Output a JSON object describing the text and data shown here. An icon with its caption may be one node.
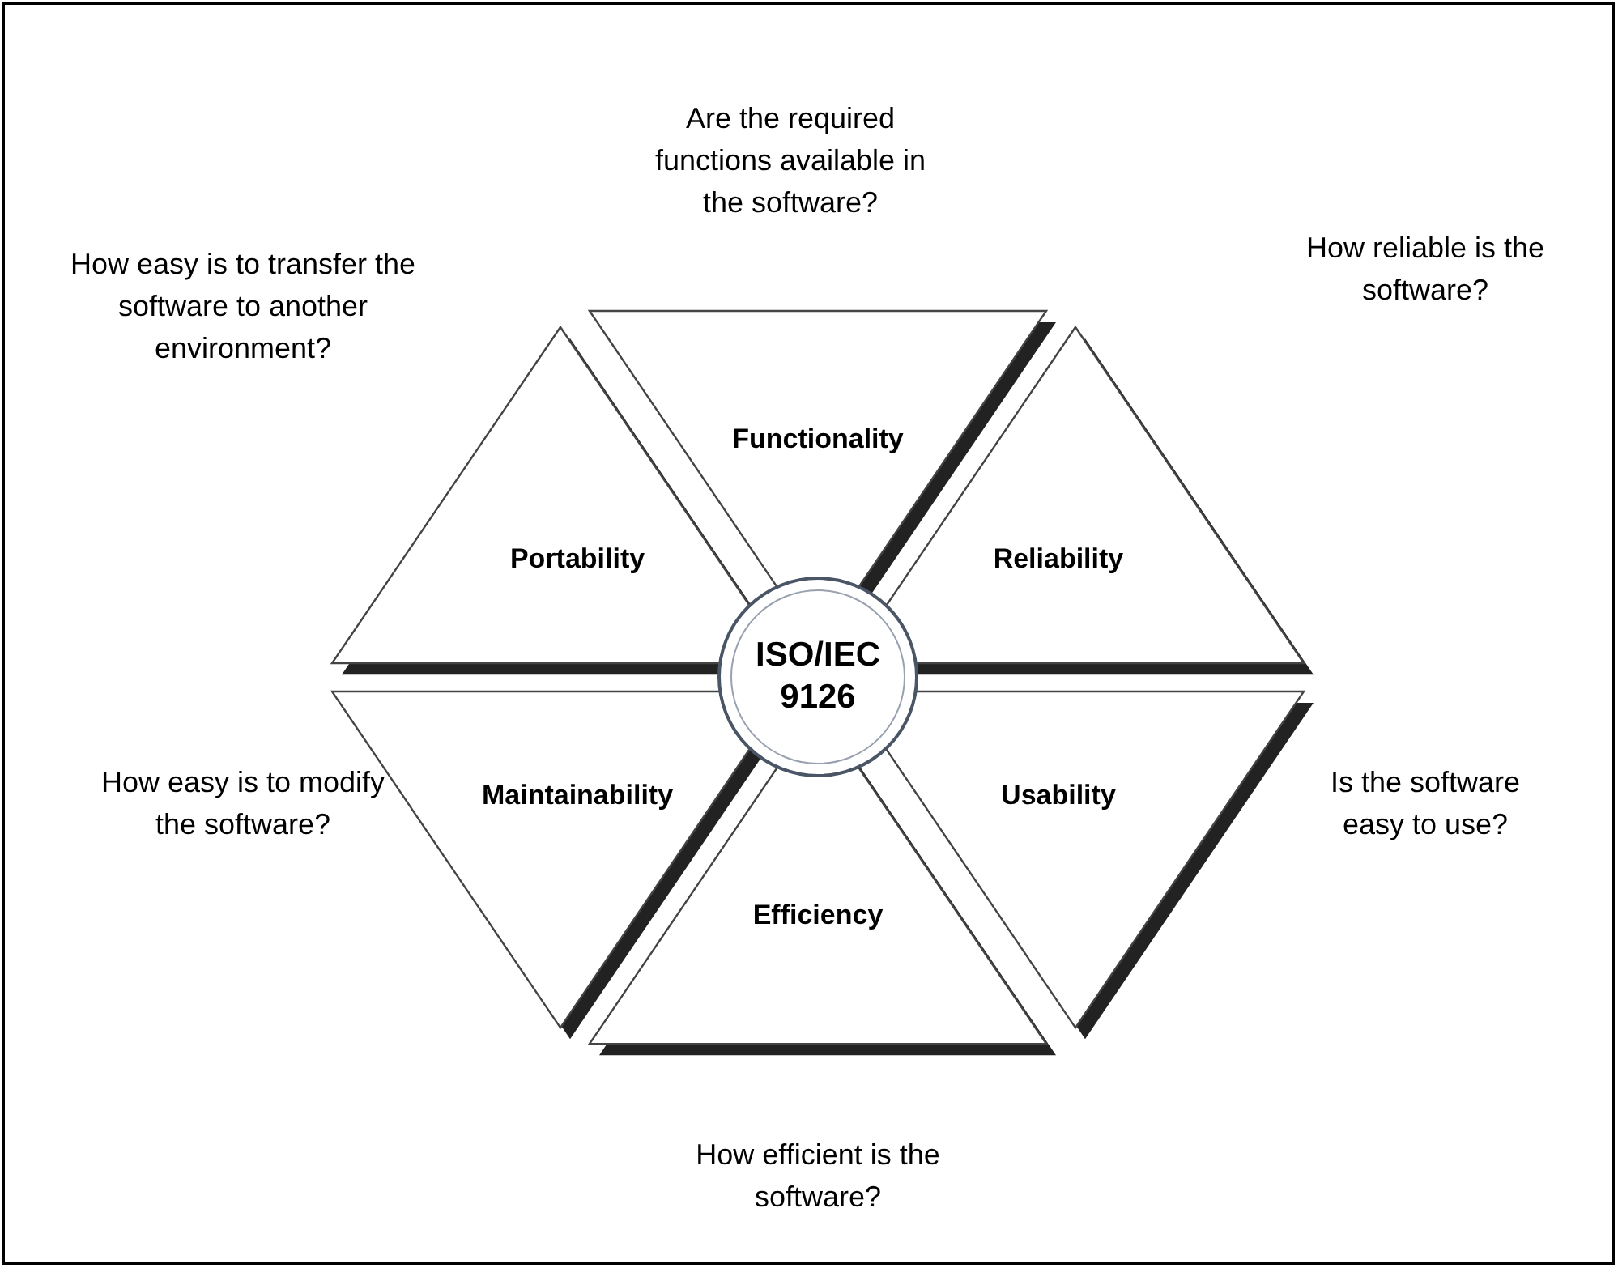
{
  "diagram": {
    "nodes": [
      {
        "text": [
          "ISO/IEC 9126"
        ]
      },
      {
        "text": [
          "Functionality"
        ],
        "beside": [
          "Are the required functions available in the software?"
        ]
      },
      {
        "text": [
          "Reliability"
        ],
        "beside": [
          "How reliable is the software?"
        ]
      },
      {
        "text": [
          "Usability"
        ],
        "beside": [
          "Is the software easy to use?"
        ]
      },
      {
        "text": [
          "Efficiency"
        ],
        "beside": [
          "How efficient is the software?"
        ]
      },
      {
        "text": [
          "Maintainability"
        ],
        "beside": [
          "How easy is to modify the software?"
        ]
      },
      {
        "text": [
          "Portability"
        ],
        "beside": [
          "How easy is to transfer the software to another environment?"
        ]
      }
    ]
  }
}
